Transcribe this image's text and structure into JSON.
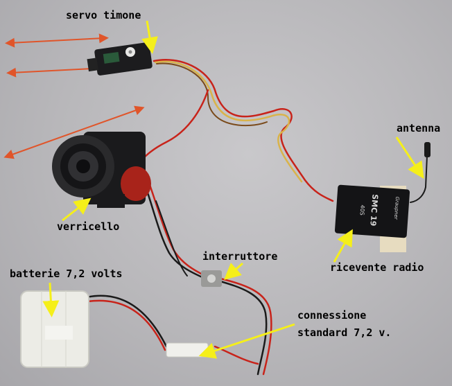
{
  "labels": {
    "servo": "servo timone",
    "antenna": "antenna",
    "verricello": "verricello",
    "interruttore": "interruttore",
    "ricevente": "ricevente radio",
    "batterie": "batterie 7,2 volts",
    "connessione_line1": "connessione",
    "connessione_line2": "standard 7,2 v."
  },
  "receiver_markings": {
    "model": "SMC 19",
    "code": "40S",
    "brand": "Graupner"
  },
  "colors": {
    "label_arrow": "#f5ef1a",
    "motion_arrow": "#e0552a",
    "wire_red": "#c8231a",
    "wire_black": "#1a1a1a",
    "wire_yellow": "#d9b34a"
  },
  "icons": {
    "servo": "servo-photo",
    "winch": "winch-photo",
    "switch": "switch-photo",
    "receiver": "receiver-photo",
    "battery": "battery-photo"
  }
}
